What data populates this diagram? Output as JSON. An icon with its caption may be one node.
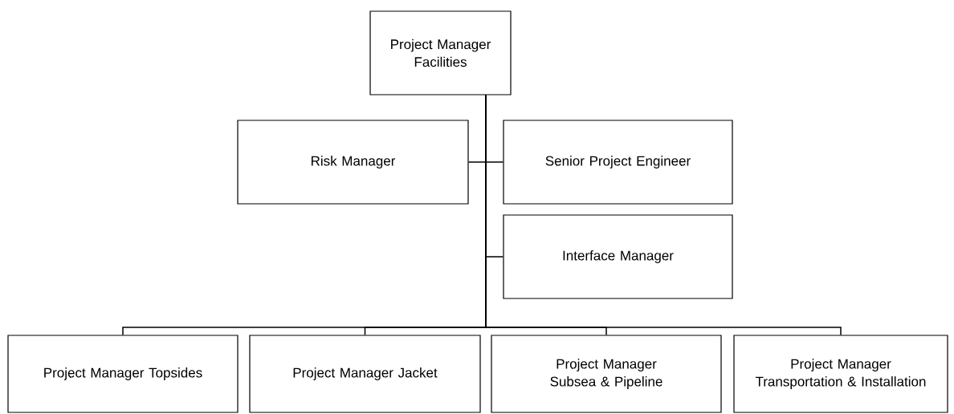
{
  "diagram": {
    "nodes": [
      {
        "text": [
          "Project Manager Facilities"
        ]
      },
      {
        "text": [
          "Risk Manager"
        ]
      },
      {
        "text": [
          "Senior Project Engineer"
        ]
      },
      {
        "text": [
          "Interface Manager"
        ]
      },
      {
        "text": [
          "Project Manager Topsides"
        ]
      },
      {
        "text": [
          "Project Manager Jacket"
        ]
      },
      {
        "text": [
          "Project Manager Subsea & Pipeline"
        ]
      },
      {
        "text": [
          "Project Manager Transportation & Installation"
        ]
      }
    ],
    "edges": [
      {
        "from": 0,
        "to": 1,
        "arrow": "none"
      },
      {
        "from": 0,
        "to": 2,
        "arrow": "none"
      },
      {
        "from": 0,
        "to": 3,
        "arrow": "none"
      },
      {
        "from": 0,
        "to": 4,
        "arrow": "none"
      },
      {
        "from": 0,
        "to": 5,
        "arrow": "none"
      },
      {
        "from": 0,
        "to": 6,
        "arrow": "none"
      },
      {
        "from": 0,
        "to": 7,
        "arrow": "none"
      }
    ]
  }
}
